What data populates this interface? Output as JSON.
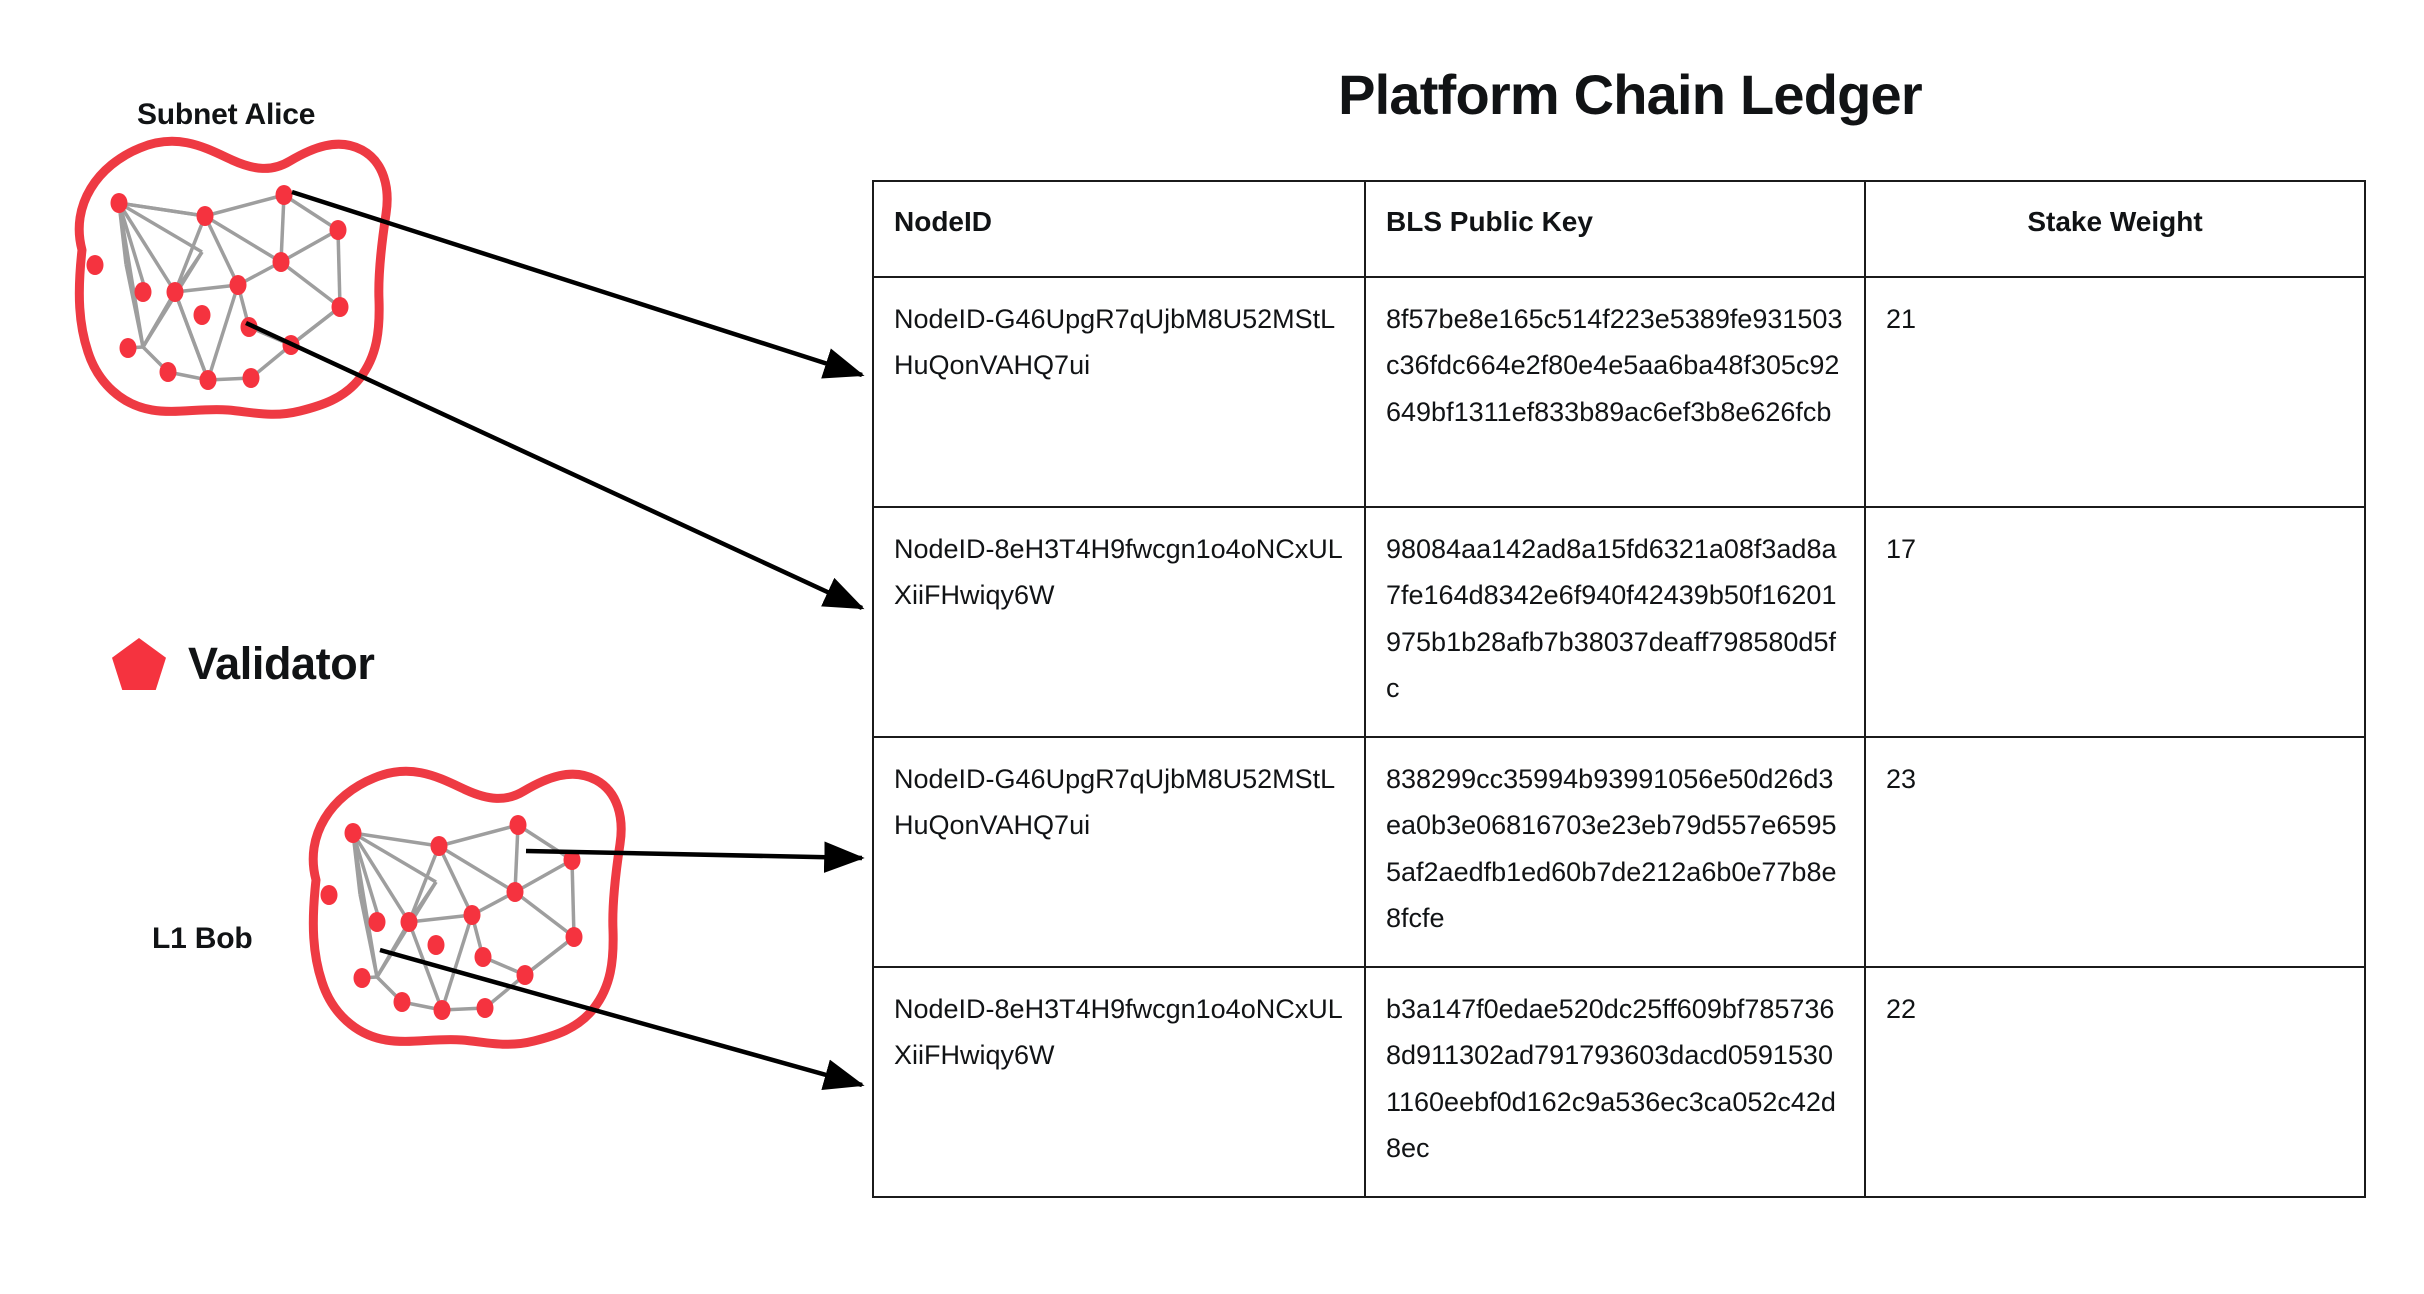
{
  "diagram": {
    "groups": [
      {
        "name": "subnet-alice",
        "label": "Subnet Alice"
      },
      {
        "name": "l1-bob",
        "label": "L1 Bob"
      }
    ],
    "legend": {
      "icon": "pentagon-icon",
      "label": "Validator",
      "color": "#F5333F"
    },
    "node_color": "#F5333F",
    "blob_color": "#EE3A43",
    "edge_color": "#9e9e9e",
    "arrow_color": "#000000"
  },
  "ledger": {
    "title": "Platform Chain Ledger",
    "columns": [
      "NodeID",
      "BLS Public Key",
      "Stake Weight"
    ],
    "rows": [
      {
        "node_id": "NodeID-G46UpgR7qUjbM8U52MStLHuQonVAHQ7ui",
        "bls_public_key": "8f57be8e165c514f223e5389fe931503c36fdc664e2f80e4e5aa6ba48f305c92649bf1311ef833b89ac6ef3b8e626fcb",
        "stake_weight": "21"
      },
      {
        "node_id": "NodeID-8eH3T4H9fwcgn1o4oNCxULXiiFHwiqy6W",
        "bls_public_key": "98084aa142ad8a15fd6321a08f3ad8a7fe164d8342e6f940f42439b50f16201975b1b28afb7b38037deaff798580d5fc",
        "stake_weight": "17"
      },
      {
        "node_id": "NodeID-G46UpgR7qUjbM8U52MStLHuQonVAHQ7ui",
        "bls_public_key": "838299cc35994b93991056e50d26d3ea0b3e06816703e23eb79d557e65955af2aedfb1ed60b7de212a6b0e77b8e8fcfe",
        "stake_weight": "23"
      },
      {
        "node_id": "NodeID-8eH3T4H9fwcgn1o4oNCxULXiiFHwiqy6W",
        "bls_public_key": "b3a147f0edae520dc25ff609bf7857368d911302ad791793603dacd05915301160eebf0d162c9a536ec3ca052c42d8ec",
        "stake_weight": "22"
      }
    ]
  }
}
